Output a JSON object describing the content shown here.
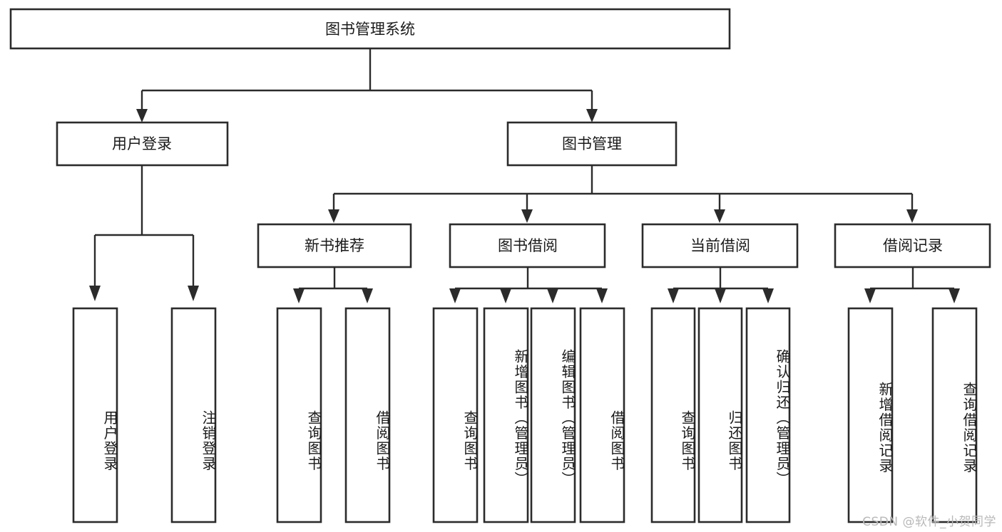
{
  "diagram": {
    "type": "tree-hierarchy",
    "orientation": "top-down",
    "root": {
      "id": "root",
      "label": "图书管理系统",
      "orientation": "horizontal"
    },
    "level1": [
      {
        "id": "user-login",
        "label": "用户登录",
        "orientation": "horizontal"
      },
      {
        "id": "book-management",
        "label": "图书管理",
        "orientation": "horizontal"
      }
    ],
    "level2": [
      {
        "id": "new-book-recommend",
        "label": "新书推荐",
        "parent": "book-management",
        "orientation": "horizontal"
      },
      {
        "id": "book-borrow",
        "label": "图书借阅",
        "parent": "book-management",
        "orientation": "horizontal"
      },
      {
        "id": "current-borrow",
        "label": "当前借阅",
        "parent": "book-management",
        "orientation": "horizontal"
      },
      {
        "id": "borrow-record",
        "label": "借阅记录",
        "parent": "book-management",
        "orientation": "horizontal"
      }
    ],
    "leaves": [
      {
        "id": "leaf-user-login",
        "label": "用户登录",
        "parent": "user-login",
        "orientation": "vertical"
      },
      {
        "id": "leaf-user-logout",
        "label": "注销登录",
        "parent": "user-login",
        "orientation": "vertical"
      },
      {
        "id": "leaf-query-book-1",
        "label": "查询图书",
        "parent": "new-book-recommend",
        "orientation": "vertical"
      },
      {
        "id": "leaf-borrow-book-1",
        "label": "借阅图书",
        "parent": "new-book-recommend",
        "orientation": "vertical"
      },
      {
        "id": "leaf-query-book-2",
        "label": "查询图书",
        "parent": "book-borrow",
        "orientation": "vertical"
      },
      {
        "id": "leaf-add-book",
        "label": "新增图书（管理员）",
        "parent": "book-borrow",
        "orientation": "vertical"
      },
      {
        "id": "leaf-edit-book",
        "label": "编辑图书（管理员）",
        "parent": "book-borrow",
        "orientation": "vertical"
      },
      {
        "id": "leaf-borrow-book-2",
        "label": "借阅图书",
        "parent": "book-borrow",
        "orientation": "vertical"
      },
      {
        "id": "leaf-query-book-3",
        "label": "查询图书",
        "parent": "current-borrow",
        "orientation": "vertical"
      },
      {
        "id": "leaf-return-book",
        "label": "归还图书",
        "parent": "current-borrow",
        "orientation": "vertical"
      },
      {
        "id": "leaf-confirm-return",
        "label": "确认归还（管理员）",
        "parent": "current-borrow",
        "orientation": "vertical"
      },
      {
        "id": "leaf-add-record",
        "label": "新增借阅记录",
        "parent": "borrow-record",
        "orientation": "vertical"
      },
      {
        "id": "leaf-query-record",
        "label": "查询借阅记录",
        "parent": "borrow-record",
        "orientation": "vertical"
      }
    ],
    "colors": {
      "box_stroke": "#2b2b2b",
      "box_fill": "#ffffff",
      "connector": "#2b2b2b",
      "text": "#1a1a1a",
      "background": "#ffffff",
      "watermark": "#b9b9b9"
    }
  },
  "watermark": {
    "text": "CSDN @软件_小贺同学"
  }
}
